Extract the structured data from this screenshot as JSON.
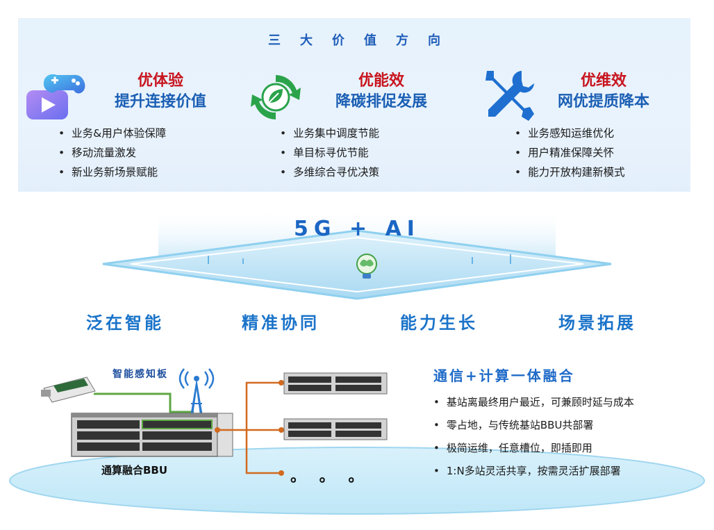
{
  "values": {
    "title": "三大价值方向",
    "columns": [
      {
        "head1": "优体验",
        "head2": "提升连接价值",
        "icon": "game-video-icon",
        "bullets": [
          "业务&用户体验保障",
          "移动流量激发",
          "新业务新场景赋能"
        ]
      },
      {
        "head1": "优能效",
        "head2": "降碳排促发展",
        "icon": "eco-recycle-icon",
        "bullets": [
          "业务集中调度节能",
          "单目标寻优节能",
          "多维综合寻优决策"
        ]
      },
      {
        "head1": "优维效",
        "head2": "网优提质降本",
        "icon": "tools-icon",
        "bullets": [
          "业务感知运维优化",
          "用户精准保障关怀",
          "能力开放构建新模式"
        ]
      }
    ]
  },
  "ai_platform": {
    "title": "5G + AI",
    "icon": "brain-bulb-icon"
  },
  "capabilities": [
    "泛在智能",
    "精准协同",
    "能力生长",
    "场景拓展"
  ],
  "equipment": {
    "board_label": "智能感知板",
    "bbu_label": "通算融合BBU",
    "antenna_icon": "antenna-tower-icon",
    "more_label": "。 。 。"
  },
  "fusion": {
    "title": "通信+计算一体融合",
    "bullets": [
      "基站离最终用户最近，可兼顾时延与成本",
      "零占地，与传统基站BBU共部署",
      "极简运维，任意槽位，即插即用",
      "1:N多站灵活共享，按需灵活扩展部署"
    ]
  },
  "colors": {
    "red": "#c8141e",
    "blue": "#1b5fb4",
    "green": "#2aa34a",
    "orange": "#d2691e"
  }
}
